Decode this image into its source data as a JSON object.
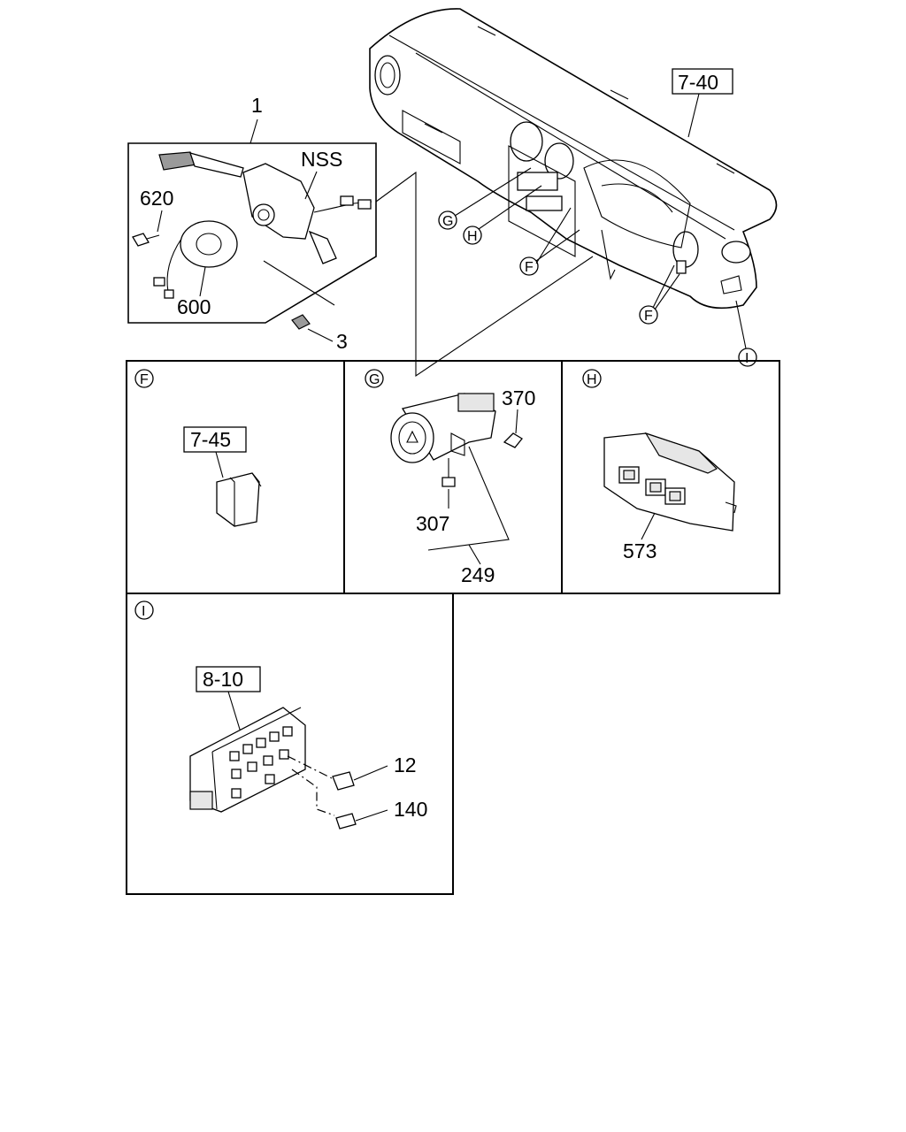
{
  "callouts": {
    "main_ref": "7-40",
    "cable_ref": "NSS",
    "col_switch": "1",
    "bolt": "620",
    "coil": "600",
    "screw": "3",
    "marker_g": "G",
    "marker_h": "H",
    "marker_f1": "F",
    "marker_f2": "F",
    "marker_i": "I"
  },
  "panel_f": {
    "marker": "F",
    "ref": "7-45"
  },
  "panel_g": {
    "marker": "G",
    "p1": "370",
    "p2": "307",
    "p3": "249"
  },
  "panel_h": {
    "marker": "H",
    "p1": "573"
  },
  "panel_i": {
    "marker": "I",
    "ref": "8-10",
    "p1": "12",
    "p2": "140"
  }
}
